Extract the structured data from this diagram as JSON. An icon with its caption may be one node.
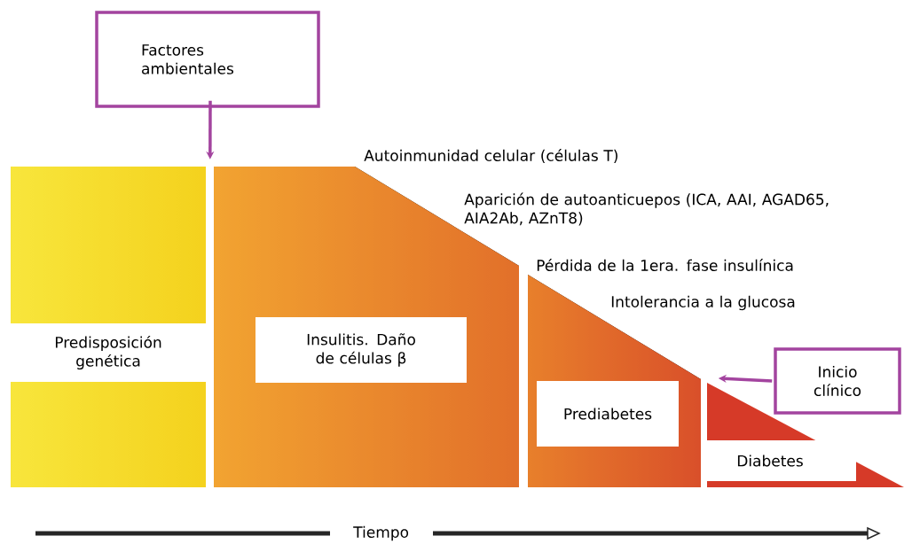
{
  "diagram": {
    "nodes": [
      {
        "text": [
          "Factores ambientales"
        ]
      },
      {
        "text": [
          "Predisposición genética"
        ]
      },
      {
        "text": [
          "Insulitis. Daño de células β"
        ]
      },
      {
        "text": [
          "Prediabetes"
        ]
      },
      {
        "text": [
          "Diabetes"
        ]
      },
      {
        "text": [
          "Inicio clínico"
        ]
      }
    ],
    "edges": [
      {
        "from": 0,
        "to": 2,
        "arrow": "to"
      },
      {
        "from": 5,
        "to": 4,
        "arrow": "to"
      }
    ],
    "labels": [
      "Autoinmunidad celular (células T)",
      "Aparición de autoanticuepos (ICA, AAI, AGAD65, AIA2Ab, AZnT8)",
      "Pérdida de la 1era. fase insulínica",
      "Intolerancia a la glucosa",
      "Tiempo"
    ]
  }
}
